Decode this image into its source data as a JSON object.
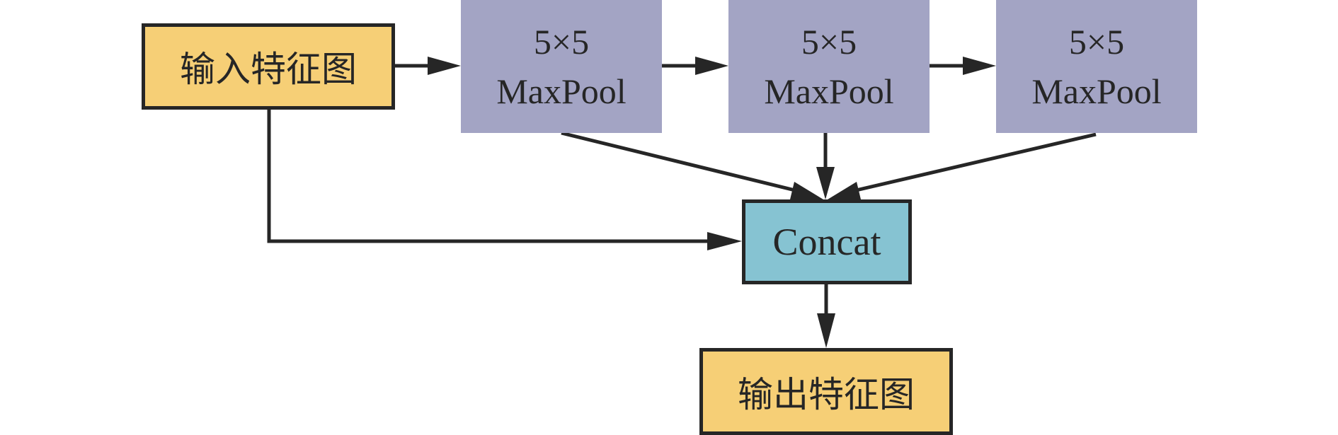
{
  "nodes": {
    "input": {
      "label": "输入特征图"
    },
    "pool1": {
      "size": "5×5",
      "op": "MaxPool"
    },
    "pool2": {
      "size": "5×5",
      "op": "MaxPool"
    },
    "pool3": {
      "size": "5×5",
      "op": "MaxPool"
    },
    "concat": {
      "label": "Concat"
    },
    "output": {
      "label": "输出特征图"
    }
  },
  "colors": {
    "io_fill": "#f6cf76",
    "pool_fill": "#a3a4c4",
    "concat_fill": "#86c3d2",
    "stroke": "#262626"
  }
}
